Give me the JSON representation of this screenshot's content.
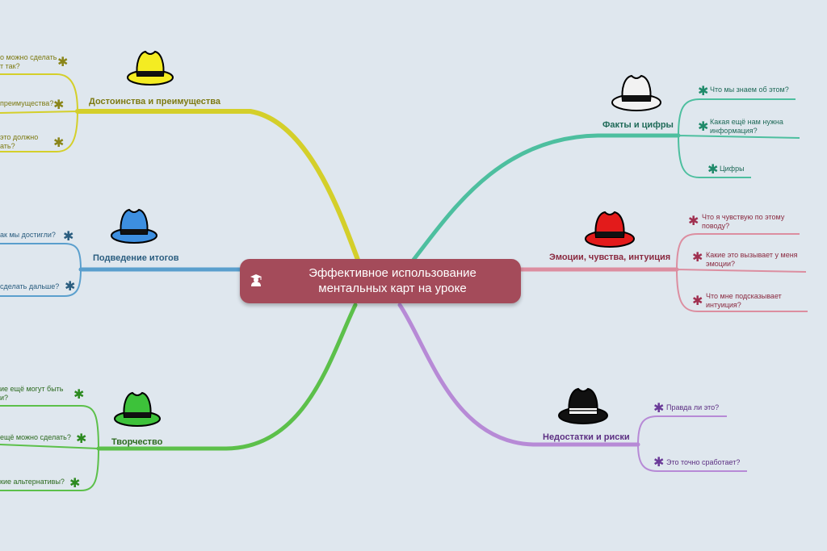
{
  "central_topic": {
    "line1": "Эффективное использование",
    "line2": "ментальных карт на уроке",
    "icon": "student-icon",
    "color": "#a44b5a"
  },
  "branches": {
    "yellow": {
      "title": "Достоинства и преимущества",
      "color": "#d4cf2a",
      "label_color": "#7d7a12",
      "hat_icon": "yellow-hat-icon",
      "items": [
        {
          "line1": "о можно сделать",
          "line2": "т так?"
        },
        {
          "line1": "преимущества?",
          "line2": ""
        },
        {
          "line1": "это должно",
          "line2": "ать?"
        }
      ]
    },
    "blue": {
      "title": "Подведение итогов",
      "color": "#5a9fcd",
      "label_color": "#2a5d7f",
      "hat_icon": "blue-hat-icon",
      "items": [
        {
          "line1": "ак мы достигли?",
          "line2": ""
        },
        {
          "line1": "сделать дальше?",
          "line2": ""
        }
      ]
    },
    "green": {
      "title": "Творчество",
      "color": "#5cc04a",
      "label_color": "#2c6a1f",
      "hat_icon": "green-hat-icon",
      "items": [
        {
          "line1": "ие ещё могут быть",
          "line2": "и?"
        },
        {
          "line1": "ещё можно сделать?",
          "line2": ""
        },
        {
          "line1": "кие альтернативы?",
          "line2": ""
        }
      ]
    },
    "teal": {
      "title": "Факты и цифры",
      "color": "#4dbf9f",
      "label_color": "#1f6a58",
      "hat_icon": "white-hat-icon",
      "items": [
        {
          "line1": "Что мы знаем об этом?",
          "line2": ""
        },
        {
          "line1": "Какая ещё нам нужна",
          "line2": "информация?"
        },
        {
          "line1": "Цифры",
          "line2": ""
        }
      ]
    },
    "red": {
      "title": "Эмоции, чувства, интуиция",
      "color": "#dc8ea0",
      "label_color": "#8a2a40",
      "hat_icon": "red-hat-icon",
      "items": [
        {
          "line1": "Что я чувствую по этому",
          "line2": "поводу?"
        },
        {
          "line1": "Какие это вызывает у меня",
          "line2": "эмоции?"
        },
        {
          "line1": "Что мне подсказывает",
          "line2": "интуиция?"
        }
      ]
    },
    "purple": {
      "title": "Недостатки и риски",
      "color": "#b78ad6",
      "label_color": "#5c2f82",
      "hat_icon": "black-hat-icon",
      "items": [
        {
          "line1": "Правда ли это?",
          "line2": ""
        },
        {
          "line1": "Это точно сработает?",
          "line2": ""
        }
      ]
    }
  },
  "colors": {
    "background": "#dfe7ee"
  }
}
